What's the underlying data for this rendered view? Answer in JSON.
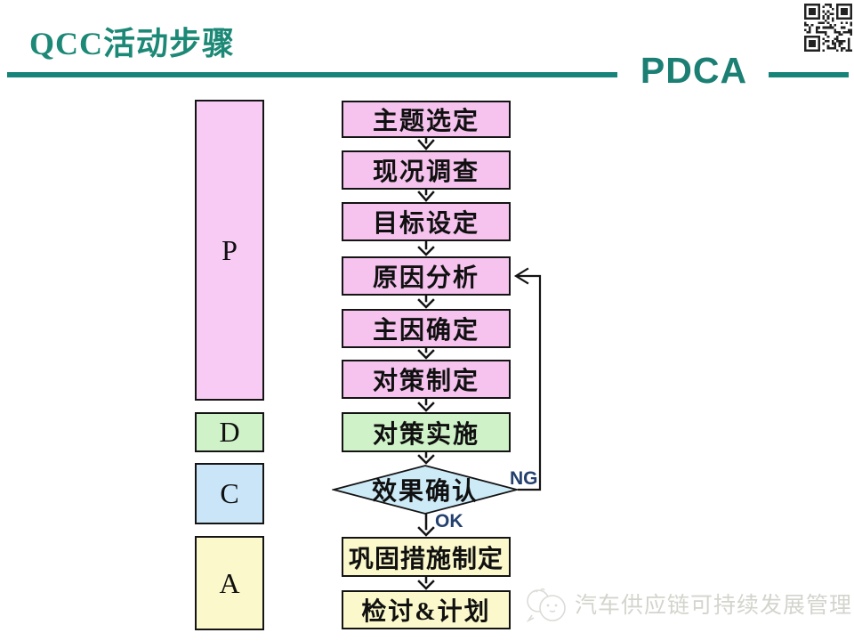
{
  "slide": {
    "title": "QCC活动步骤",
    "pdca_heading": "PDCA"
  },
  "pdca_column": {
    "items": [
      {
        "letter": "P",
        "color": "#f8cbf4"
      },
      {
        "letter": "D",
        "color": "#cff2c8"
      },
      {
        "letter": "C",
        "color": "#c9e5f7"
      },
      {
        "letter": "A",
        "color": "#fbf9cb"
      }
    ]
  },
  "flowchart": {
    "steps": [
      {
        "label": "主题选定",
        "shape": "rect",
        "phase": "P",
        "color": "#f5c3ee"
      },
      {
        "label": "现况调查",
        "shape": "rect",
        "phase": "P",
        "color": "#f5c3ee"
      },
      {
        "label": "目标设定",
        "shape": "rect",
        "phase": "P",
        "color": "#f5c3ee"
      },
      {
        "label": "原因分析",
        "shape": "rect",
        "phase": "P",
        "color": "#f5c3ee"
      },
      {
        "label": "主因确定",
        "shape": "rect",
        "phase": "P",
        "color": "#f5c3ee"
      },
      {
        "label": "对策制定",
        "shape": "rect",
        "phase": "P",
        "color": "#f5c3ee"
      },
      {
        "label": "对策实施",
        "shape": "rect",
        "phase": "D",
        "color": "#cff2c8"
      },
      {
        "label": "效果确认",
        "shape": "diamond",
        "phase": "C",
        "color": "#cdeaf7"
      },
      {
        "label": "巩固措施制定",
        "shape": "rect",
        "phase": "A",
        "color": "#fbf9cb"
      },
      {
        "label": "检讨&计划",
        "shape": "rect",
        "phase": "A",
        "color": "#fbf9cb"
      }
    ],
    "branch_labels": {
      "ng": "NG",
      "ok": "OK"
    },
    "feedback_loop": "效果确认 NG 返回 原因分析"
  },
  "colors": {
    "accent_teal": "#17847a",
    "title_teal": "#1c8876",
    "branch_label_navy": "#23406e",
    "outline_black": "#141414"
  },
  "watermark": {
    "text": "汽车供应链可持续发展管理"
  },
  "icons": {
    "qr": "qr-code",
    "mascot": "mascot-logo"
  }
}
